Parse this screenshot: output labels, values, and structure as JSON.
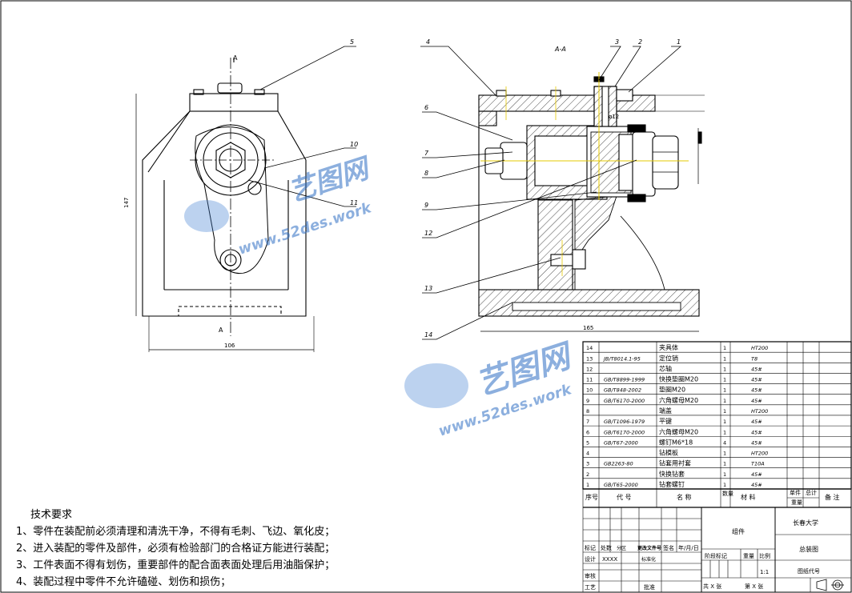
{
  "drawing": {
    "section_label": "A-A",
    "cut_marker": "A",
    "dim_height": "147",
    "dim_width_front": "106",
    "dim_width_side": "165",
    "dim_pin": "ø12",
    "balloons": [
      "1",
      "2",
      "3",
      "4",
      "5",
      "6",
      "7",
      "8",
      "9",
      "10",
      "11",
      "12",
      "13",
      "14"
    ]
  },
  "watermark": {
    "name": "艺图网",
    "url": "www.52des.work"
  },
  "bom": {
    "rows": [
      {
        "no": "14",
        "code": "",
        "name": "夹具体",
        "qty": "1",
        "mat": "HT200"
      },
      {
        "no": "13",
        "code": "JB/T8014.1-95",
        "name": "定位销",
        "qty": "1",
        "mat": "T8"
      },
      {
        "no": "12",
        "code": "",
        "name": "芯轴",
        "qty": "1",
        "mat": "45#"
      },
      {
        "no": "11",
        "code": "GB/T8899-1999",
        "name": "快换垫圈M20",
        "qty": "1",
        "mat": "45#"
      },
      {
        "no": "10",
        "code": "GB/T848-2002",
        "name": "垫圈M20",
        "qty": "1",
        "mat": "45#"
      },
      {
        "no": "9",
        "code": "GB/T6170-2000",
        "name": "六角螺母M20",
        "qty": "1",
        "mat": "45#"
      },
      {
        "no": "8",
        "code": "",
        "name": "端盖",
        "qty": "1",
        "mat": "HT200"
      },
      {
        "no": "7",
        "code": "GB/T1096-1979",
        "name": "平键",
        "qty": "1",
        "mat": "45#"
      },
      {
        "no": "6",
        "code": "GB/T6170-2000",
        "name": "六角螺母M20",
        "qty": "1",
        "mat": "45#"
      },
      {
        "no": "5",
        "code": "GB/T67-2000",
        "name": "螺钉M6*18",
        "qty": "4",
        "mat": "45#"
      },
      {
        "no": "4",
        "code": "",
        "name": "钻模板",
        "qty": "1",
        "mat": "HT200"
      },
      {
        "no": "3",
        "code": "GB2263-80",
        "name": "钻套用衬套",
        "qty": "1",
        "mat": "T10A"
      },
      {
        "no": "2",
        "code": "",
        "name": "快换钻套",
        "qty": "1",
        "mat": "45#"
      },
      {
        "no": "1",
        "code": "GB/T65-2000",
        "name": "钻套螺钉",
        "qty": "1",
        "mat": "45#"
      }
    ],
    "header": {
      "no": "序号",
      "code": "代 号",
      "name": "名 称",
      "qty": "数量",
      "mat": "材 料",
      "unit_w": "单件",
      "total_w": "总计",
      "weight": "重量",
      "remark": "备 注"
    }
  },
  "title_block": {
    "school": "长春大学",
    "drawing_name": "总装图",
    "assembly": "组件",
    "scale": "1:1",
    "drawing_code_label": "图纸代号",
    "mark": "标记",
    "count": "处数",
    "zone": "分区",
    "change_doc": "更改文件号",
    "sign": "签名",
    "date": "年/月/日",
    "design": "设计",
    "design_name": "XXXX",
    "standard": "标准化",
    "stage": "阶段标记",
    "weight": "重量",
    "ratio": "比例",
    "review": "审核",
    "process": "工艺",
    "approve": "批准",
    "sheets_total": "共 X 张",
    "sheet_no": "第 X 张"
  },
  "notes": {
    "title": "技术要求",
    "items": [
      "1、零件在装配前必须清理和清洗干净，不得有毛刺、飞边、氧化皮；",
      "2、进入装配的零件及部件，必须有检验部门的合格证方能进行装配；",
      "3、工件表面不得有划伤，重要部件的配合面表面处理后用油脂保护；",
      "4、装配过程中零件不允许磕碰、划伤和损伤；"
    ]
  }
}
